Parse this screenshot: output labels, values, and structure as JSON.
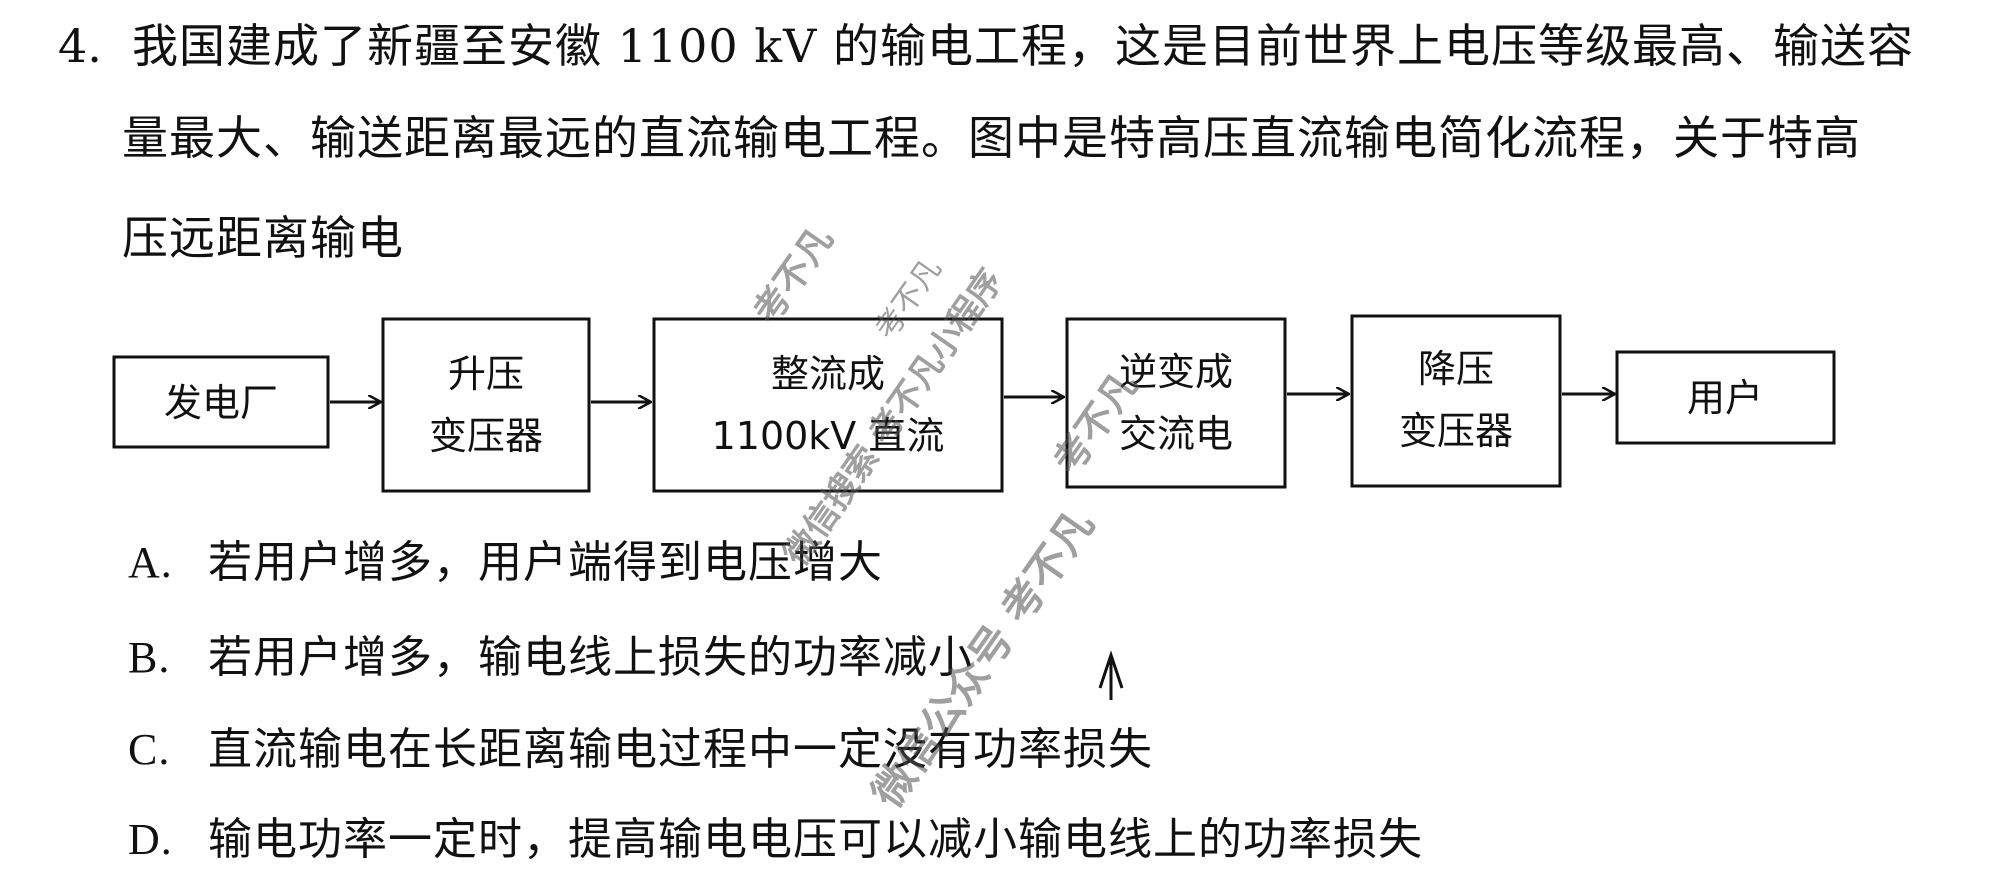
{
  "question": {
    "number": "4.",
    "stem_lines": [
      "我国建成了新疆至安徽 1100 kV 的输电工程，这是目前世界上电压等级最高、输送容",
      "量最大、输送距离最远的直流输电工程。图中是特高压直流输电简化流程，关于特高",
      "压远距离输电"
    ]
  },
  "flow": {
    "boxes": [
      {
        "line1": "发电厂",
        "line2": ""
      },
      {
        "line1": "升压",
        "line2": "变压器"
      },
      {
        "line1": "整流成",
        "line2": "1100kV 直流"
      },
      {
        "line1": "逆变成",
        "line2": "交流电"
      },
      {
        "line1": "降压",
        "line2": "变压器"
      },
      {
        "line1": "用户",
        "line2": ""
      }
    ]
  },
  "options": [
    {
      "key": "A.",
      "text": "若用户增多，用户端得到电压增大"
    },
    {
      "key": "B.",
      "text": "若用户增多，输电线上损失的功率减小"
    },
    {
      "key": "C.",
      "text": "直流输电在长距离输电过程中一定没有功率损失"
    },
    {
      "key": "D.",
      "text": "输电功率一定时，提高输电电压可以减小输电线上的功率损失"
    }
  ],
  "watermarks": [
    "考不凡",
    "考不凡",
    "微信搜索 考不凡小程序",
    "考不凡",
    "微信公众号 考不凡"
  ]
}
